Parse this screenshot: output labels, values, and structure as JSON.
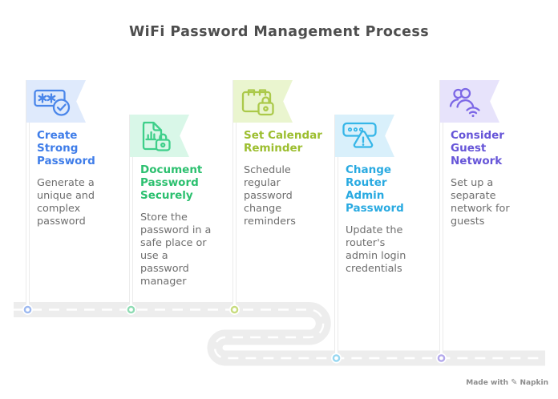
{
  "title": "WiFi Password Management Process",
  "road": {
    "surface": "#ededed",
    "center_line": "#ffffff"
  },
  "watermark": {
    "text": "Made with",
    "icon": "pencil-icon",
    "brand": "Napkin"
  },
  "steps": [
    {
      "heading": "Create\nStrong\nPassword",
      "body": "Generate a\nunique and\ncomplex\npassword",
      "icon": "password-check-icon",
      "colors": {
        "accent": "#3f7de9",
        "flag_bg": "#dfeafc",
        "icon_stroke": "#4a86ea",
        "dot": "#9db9f0"
      }
    },
    {
      "heading": "Document\nPassword\nSecurely",
      "body": "Store the\npassword in a\nsafe place or\nuse a\npassword\nmanager",
      "icon": "document-lock-icon",
      "colors": {
        "accent": "#2cc06f",
        "flag_bg": "#d9f7e8",
        "icon_stroke": "#3ecf8a",
        "dot": "#8fdcb4"
      }
    },
    {
      "heading": "Set Calendar\nReminder",
      "body": "Schedule\nregular\npassword\nchange\nreminders",
      "icon": "calendar-lock-icon",
      "colors": {
        "accent": "#9cbe2f",
        "flag_bg": "#eaf5cf",
        "icon_stroke": "#abc94a",
        "dot": "#c8dc7e"
      }
    },
    {
      "heading": "Change\nRouter\nAdmin\nPassword",
      "body": "Update the\nrouter's\nadmin login\ncredentials",
      "icon": "router-warning-icon",
      "colors": {
        "accent": "#29aae1",
        "flag_bg": "#d9f0fb",
        "icon_stroke": "#36b6e8",
        "dot": "#96d7f1"
      }
    },
    {
      "heading": "Consider\nGuest\nNetwork",
      "body": "Set up a\nseparate\nnetwork for\nguests",
      "icon": "users-wifi-icon",
      "colors": {
        "accent": "#6655d8",
        "flag_bg": "#e7e3fb",
        "icon_stroke": "#7c67e6",
        "dot": "#b3a8ec"
      }
    }
  ]
}
